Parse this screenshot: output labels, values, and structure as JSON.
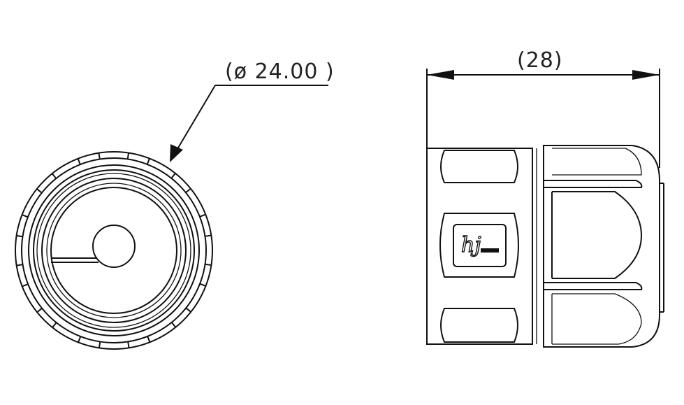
{
  "front_view": {
    "diameter_label": "(ø 24.00 )"
  },
  "side_view": {
    "length_label": "(28)",
    "logo_text": "hj"
  }
}
